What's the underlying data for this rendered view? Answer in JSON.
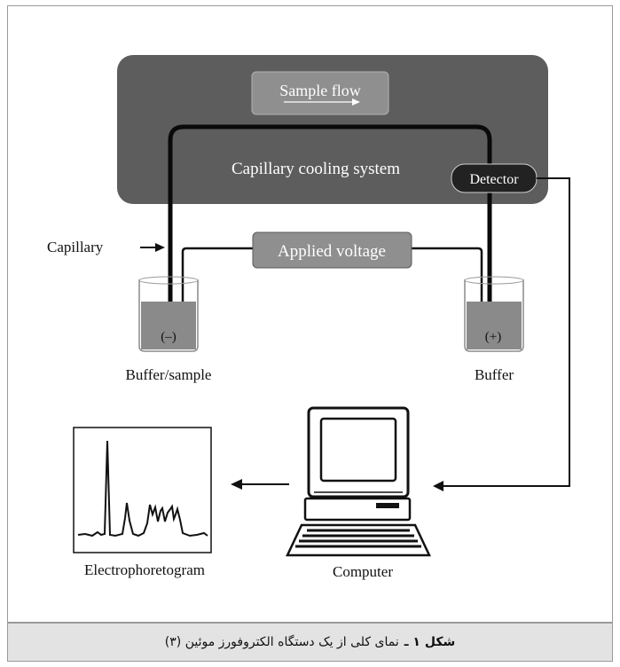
{
  "diagram": {
    "sample_flow": "Sample flow",
    "cooling_system": "Capillary cooling system",
    "detector": "Detector",
    "capillary": "Capillary",
    "applied_voltage": "Applied voltage",
    "negative_electrode": "(–)",
    "positive_electrode": "(+)",
    "buffer_sample": "Buffer/sample",
    "buffer": "Buffer",
    "computer": "Computer",
    "electrophoretogram": "Electrophoretogram"
  },
  "caption": {
    "label": "شکل ۱ ـ",
    "text": "نمای کلی از یک دستگاه الکتروفورز موئین (۳)"
  },
  "colors": {
    "cooling_box": "#5d5d5d",
    "inner_box": "#8f8f8f",
    "detector": "#222222",
    "liquid": "#8a8a8a",
    "caption_bg": "#e3e3e3"
  }
}
